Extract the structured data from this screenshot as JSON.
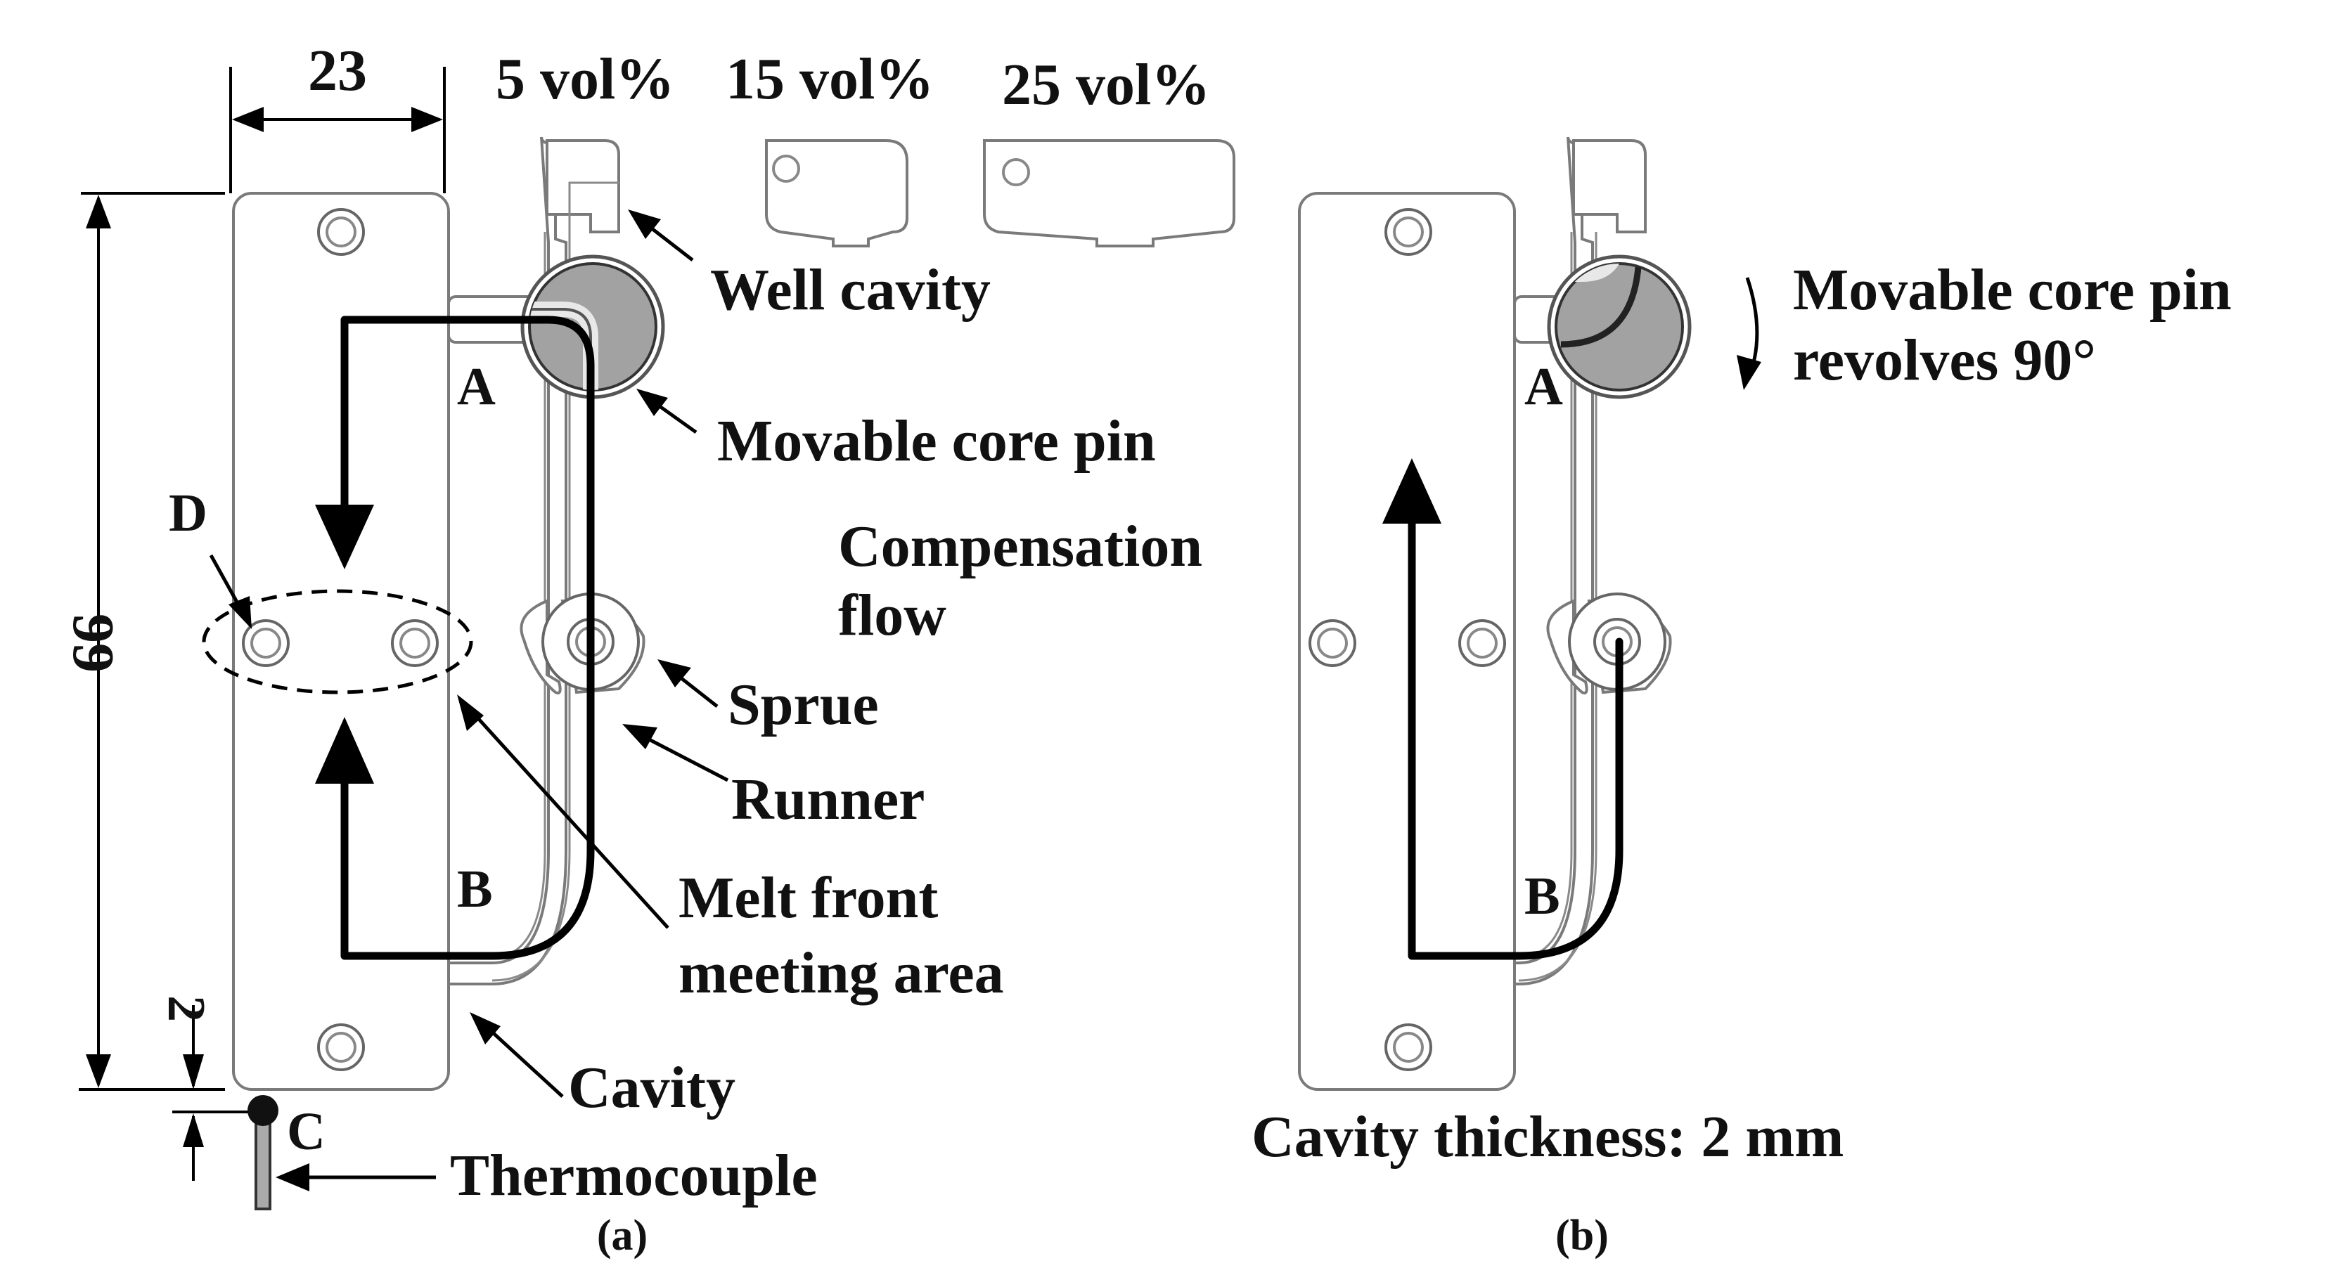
{
  "figure": {
    "panel_a": {
      "caption": "(a)",
      "dim_width": "23",
      "dim_length": "99",
      "dim_gap": "2",
      "filler_labels": [
        "5 vol%",
        "15 vol%",
        "25 vol%"
      ],
      "point_labels": {
        "a": "A",
        "b": "B",
        "c": "C",
        "d": "D"
      },
      "callouts": {
        "well_cavity": "Well cavity",
        "movable_core_pin": "Movable core pin",
        "compensation_flow_1": "Compensation",
        "compensation_flow_2": "flow",
        "sprue": "Sprue",
        "runner": "Runner",
        "melt_front_1": "Melt front",
        "melt_front_2": "meeting area",
        "cavity": "Cavity",
        "thermocouple": "Thermocouple"
      }
    },
    "panel_b": {
      "caption": "(b)",
      "point_labels": {
        "a": "A",
        "b": "B"
      },
      "core_pin_1": "Movable core pin",
      "core_pin_2": "revolves 90°",
      "thickness_note": "Cavity thickness: 2 mm"
    }
  }
}
